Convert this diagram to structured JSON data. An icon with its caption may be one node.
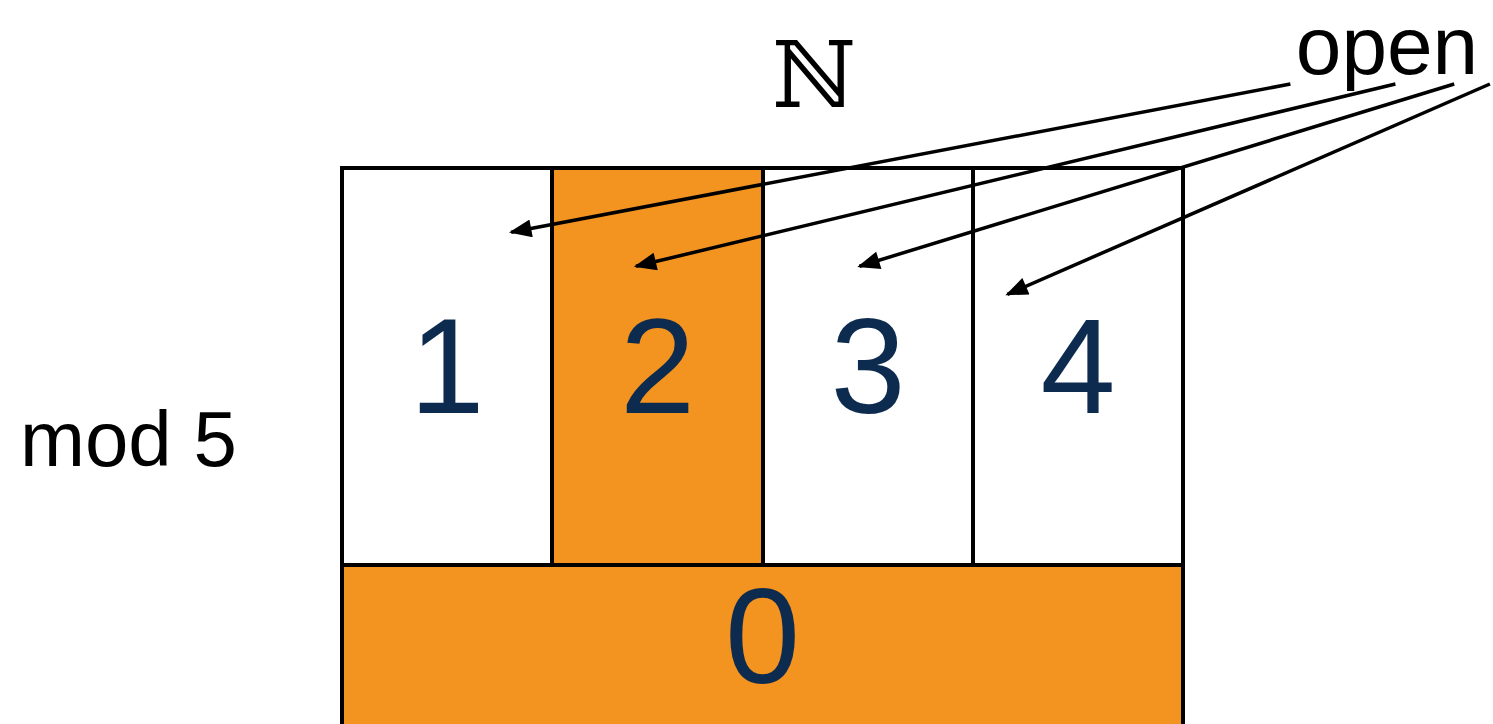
{
  "diagram": {
    "nodes": [
      {
        "text": [
          "open"
        ]
      },
      {
        "text": [
          "1"
        ]
      },
      {
        "text": [
          "2"
        ]
      },
      {
        "text": [
          "3"
        ]
      },
      {
        "text": [
          "4"
        ]
      },
      {
        "text": [
          "0"
        ]
      }
    ],
    "edges": [
      {
        "from": 0,
        "to": 1,
        "arrow": "to"
      },
      {
        "from": 0,
        "to": 2,
        "arrow": "to"
      },
      {
        "from": 0,
        "to": 3,
        "arrow": "to"
      },
      {
        "from": 0,
        "to": 4,
        "arrow": "to"
      }
    ],
    "labels": [
      "ℕ",
      "mod 5"
    ]
  }
}
